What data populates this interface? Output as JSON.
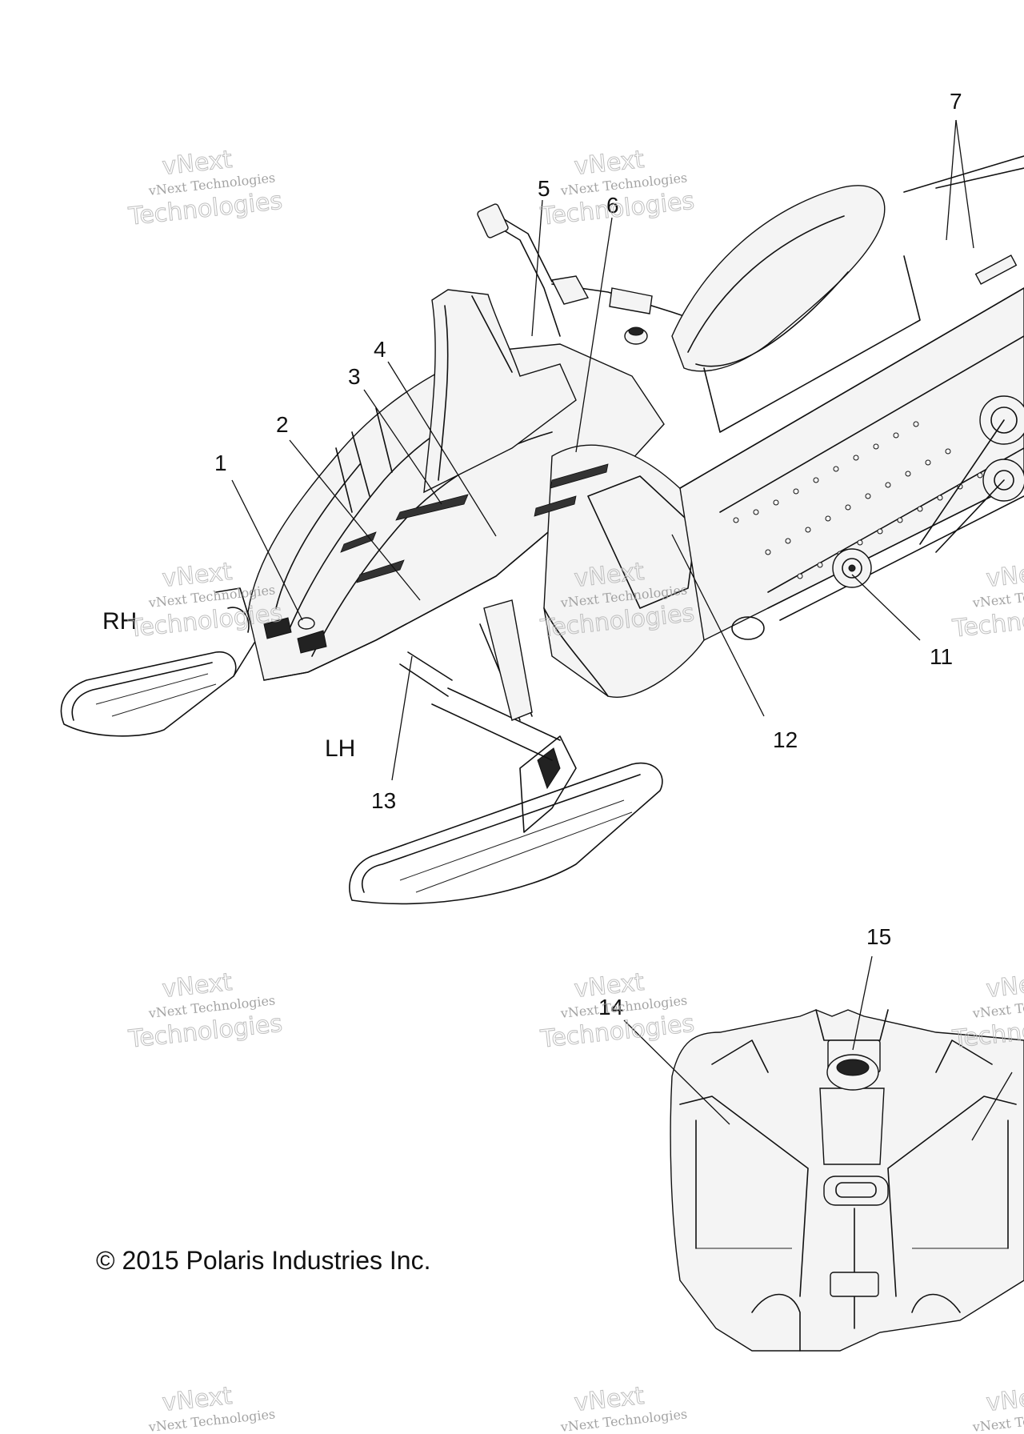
{
  "diagram": {
    "callouts": [
      "1",
      "2",
      "3",
      "4",
      "5",
      "6",
      "7",
      "11",
      "12",
      "13",
      "14",
      "15"
    ],
    "side_labels": {
      "right": "RH",
      "left": "LH"
    },
    "copyright": "© 2015 Polaris Industries Inc.",
    "watermark": {
      "line_small": "vNext Technologies",
      "line_large": "Technologies",
      "line_top": "vNext"
    }
  }
}
